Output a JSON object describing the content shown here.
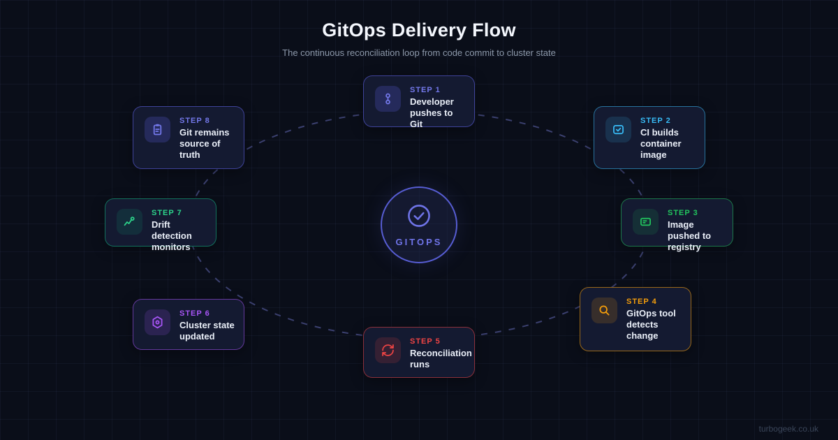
{
  "page": {
    "title": "GitOps Delivery Flow",
    "subtitle": "The continuous reconciliation loop from code commit to cluster state",
    "watermark": "turbogeek.co.uk",
    "background": "#0a0e19",
    "grid_line": "rgba(110,130,200,0.07)",
    "card_bg": "#141a31"
  },
  "center": {
    "label": "GITOPS",
    "icon": "check-circle-icon",
    "accent": "#6f74e8",
    "ring_border": "#575dd3"
  },
  "flow": {
    "dash_color": "#3b406f",
    "arrow_color": "#1f2747"
  },
  "steps": [
    {
      "label": "STEP 1",
      "title": "Developer pushes to Git",
      "icon": "git-commit-icon",
      "accent": "#7479ec",
      "border": "rgba(99,102,241,0.55)",
      "icon_bg": "rgba(99,102,241,0.22)"
    },
    {
      "label": "STEP 2",
      "title": "CI builds container image",
      "icon": "check-square-icon",
      "accent": "#38bdf8",
      "border": "rgba(56,189,248,0.55)",
      "icon_bg": "rgba(56,189,248,0.14)"
    },
    {
      "label": "STEP 3",
      "title": "Image pushed to registry",
      "icon": "registry-server-icon",
      "accent": "#22c55e",
      "border": "rgba(34,197,94,0.55)",
      "icon_bg": "rgba(34,197,94,0.13)"
    },
    {
      "label": "STEP 4",
      "title": "GitOps tool detects change",
      "icon": "magnifier-icon",
      "accent": "#f59e0b",
      "border": "rgba(245,158,11,0.6)",
      "icon_bg": "rgba(245,158,11,0.16)"
    },
    {
      "label": "STEP 5",
      "title": "Reconciliation runs",
      "icon": "sync-icon",
      "accent": "#ef4444",
      "border": "rgba(239,68,68,0.55)",
      "icon_bg": "rgba(239,68,68,0.15)"
    },
    {
      "label": "STEP 6",
      "title": "Cluster state updated",
      "icon": "hexagon-node-icon",
      "accent": "#a855f7",
      "border": "rgba(168,85,247,0.55)",
      "icon_bg": "rgba(168,85,247,0.16)"
    },
    {
      "label": "STEP 7",
      "title": "Drift detection monitors",
      "icon": "trend-monitor-icon",
      "accent": "#2dd48b",
      "border": "rgba(16,185,129,0.55)",
      "icon_bg": "rgba(16,185,129,0.13)"
    },
    {
      "label": "STEP 8",
      "title": "Git remains source of truth",
      "icon": "clipboard-icon",
      "accent": "#7479ec",
      "border": "rgba(99,102,241,0.55)",
      "icon_bg": "rgba(99,102,241,0.22)"
    }
  ]
}
